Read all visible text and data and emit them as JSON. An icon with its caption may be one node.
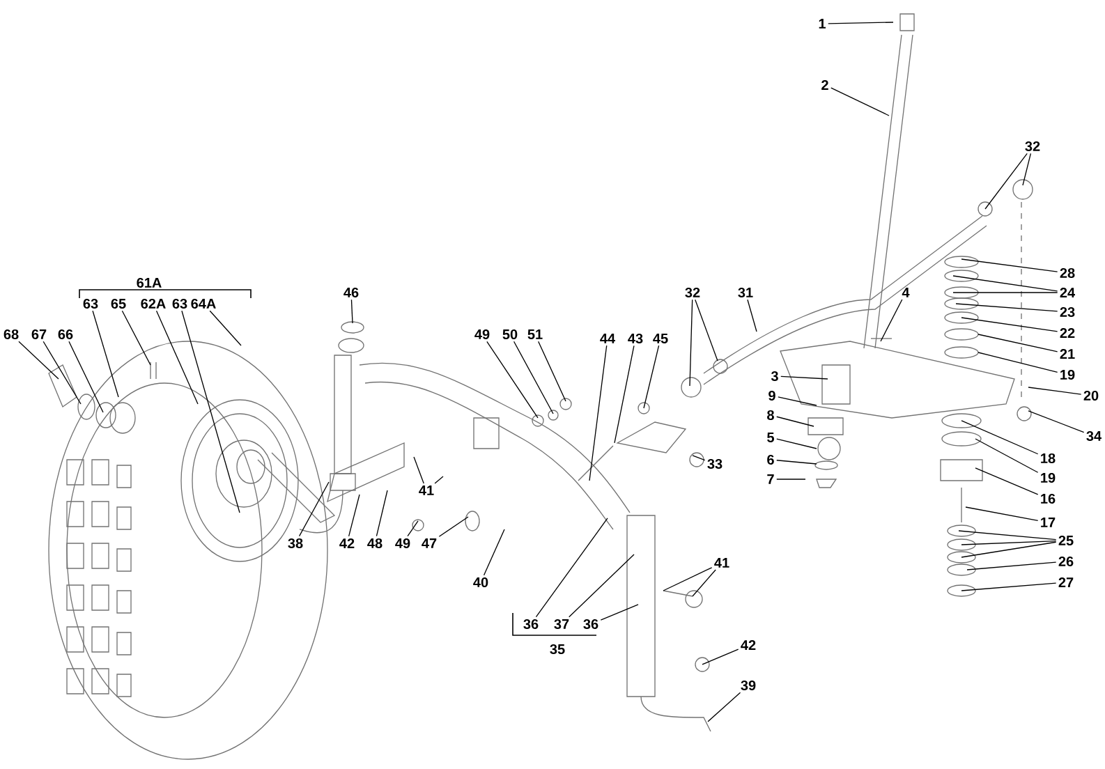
{
  "diagram": {
    "nodes": [
      {
        "text": [
          "1"
        ]
      },
      {
        "text": [
          "2"
        ]
      },
      {
        "text": [
          "32"
        ]
      },
      {
        "text": [
          "28"
        ]
      },
      {
        "text": [
          "24"
        ]
      },
      {
        "text": [
          "23"
        ]
      },
      {
        "text": [
          "22"
        ]
      },
      {
        "text": [
          "21"
        ]
      },
      {
        "text": [
          "19"
        ]
      },
      {
        "text": [
          "20"
        ]
      },
      {
        "text": [
          "34"
        ]
      },
      {
        "text": [
          "18"
        ]
      },
      {
        "text": [
          "19"
        ]
      },
      {
        "text": [
          "16"
        ]
      },
      {
        "text": [
          "17"
        ]
      },
      {
        "text": [
          "25"
        ]
      },
      {
        "text": [
          "26"
        ]
      },
      {
        "text": [
          "27"
        ]
      },
      {
        "text": [
          "32"
        ]
      },
      {
        "text": [
          "31"
        ]
      },
      {
        "text": [
          "4"
        ]
      },
      {
        "text": [
          "3"
        ]
      },
      {
        "text": [
          "9"
        ]
      },
      {
        "text": [
          "8"
        ]
      },
      {
        "text": [
          "5"
        ]
      },
      {
        "text": [
          "6"
        ]
      },
      {
        "text": [
          "7"
        ]
      },
      {
        "text": [
          "33"
        ]
      },
      {
        "text": [
          "46"
        ]
      },
      {
        "text": [
          "49"
        ]
      },
      {
        "text": [
          "50"
        ]
      },
      {
        "text": [
          "51"
        ]
      },
      {
        "text": [
          "44"
        ]
      },
      {
        "text": [
          "43"
        ]
      },
      {
        "text": [
          "45"
        ]
      },
      {
        "text": [
          "63"
        ]
      },
      {
        "text": [
          "65"
        ]
      },
      {
        "text": [
          "62A"
        ]
      },
      {
        "text": [
          "63"
        ]
      },
      {
        "text": [
          "64A"
        ]
      },
      {
        "text": [
          "68"
        ]
      },
      {
        "text": [
          "67"
        ]
      },
      {
        "text": [
          "66"
        ]
      },
      {
        "text": [
          "41"
        ]
      },
      {
        "text": [
          "38"
        ]
      },
      {
        "text": [
          "42"
        ]
      },
      {
        "text": [
          "48"
        ]
      },
      {
        "text": [
          "49"
        ]
      },
      {
        "text": [
          "47"
        ]
      },
      {
        "text": [
          "40"
        ]
      },
      {
        "text": [
          "36"
        ]
      },
      {
        "text": [
          "37"
        ]
      },
      {
        "text": [
          "36"
        ]
      },
      {
        "text": [
          "41"
        ]
      },
      {
        "text": [
          "42"
        ]
      },
      {
        "text": [
          "39"
        ]
      }
    ],
    "edges": [
      {
        "from": 0,
        "to": null,
        "arrow": "none"
      },
      {
        "from": 1,
        "to": null,
        "arrow": "none"
      },
      {
        "from": 2,
        "to": null,
        "arrow": "none"
      },
      {
        "from": 2,
        "to": null,
        "arrow": "none"
      },
      {
        "from": 3,
        "to": null,
        "arrow": "none"
      },
      {
        "from": 4,
        "to": null,
        "arrow": "none"
      },
      {
        "from": 4,
        "to": null,
        "arrow": "none"
      },
      {
        "from": 5,
        "to": null,
        "arrow": "none"
      },
      {
        "from": 6,
        "to": null,
        "arrow": "none"
      },
      {
        "from": 7,
        "to": null,
        "arrow": "none"
      },
      {
        "from": 8,
        "to": null,
        "arrow": "none"
      },
      {
        "from": 9,
        "to": null,
        "arrow": "none"
      },
      {
        "from": 10,
        "to": null,
        "arrow": "none"
      },
      {
        "from": 11,
        "to": null,
        "arrow": "none"
      },
      {
        "from": 12,
        "to": null,
        "arrow": "none"
      },
      {
        "from": 13,
        "to": null,
        "arrow": "none"
      },
      {
        "from": 14,
        "to": null,
        "arrow": "none"
      },
      {
        "from": 15,
        "to": null,
        "arrow": "none"
      },
      {
        "from": 15,
        "to": null,
        "arrow": "none"
      },
      {
        "from": 15,
        "to": null,
        "arrow": "none"
      },
      {
        "from": 16,
        "to": null,
        "arrow": "none"
      },
      {
        "from": 17,
        "to": null,
        "arrow": "none"
      },
      {
        "from": 18,
        "to": null,
        "arrow": "none"
      },
      {
        "from": 18,
        "to": null,
        "arrow": "none"
      },
      {
        "from": 19,
        "to": null,
        "arrow": "none"
      },
      {
        "from": 20,
        "to": null,
        "arrow": "none"
      },
      {
        "from": 21,
        "to": null,
        "arrow": "none"
      },
      {
        "from": 22,
        "to": null,
        "arrow": "none"
      },
      {
        "from": 23,
        "to": null,
        "arrow": "none"
      },
      {
        "from": 24,
        "to": null,
        "arrow": "none"
      },
      {
        "from": 25,
        "to": null,
        "arrow": "none"
      },
      {
        "from": 26,
        "to": null,
        "arrow": "none"
      },
      {
        "from": 27,
        "to": null,
        "arrow": "none"
      },
      {
        "from": 28,
        "to": null,
        "arrow": "none"
      },
      {
        "from": 29,
        "to": null,
        "arrow": "none"
      },
      {
        "from": 30,
        "to": null,
        "arrow": "none"
      },
      {
        "from": 31,
        "to": null,
        "arrow": "none"
      },
      {
        "from": 32,
        "to": null,
        "arrow": "none"
      },
      {
        "from": 33,
        "to": null,
        "arrow": "none"
      },
      {
        "from": 34,
        "to": null,
        "arrow": "none"
      },
      {
        "from": 35,
        "to": null,
        "arrow": "none"
      },
      {
        "from": 36,
        "to": null,
        "arrow": "none"
      },
      {
        "from": 37,
        "to": null,
        "arrow": "none"
      },
      {
        "from": 38,
        "to": null,
        "arrow": "none"
      },
      {
        "from": 39,
        "to": null,
        "arrow": "none"
      },
      {
        "from": 40,
        "to": null,
        "arrow": "none"
      },
      {
        "from": 41,
        "to": null,
        "arrow": "none"
      },
      {
        "from": 42,
        "to": null,
        "arrow": "none"
      },
      {
        "from": 43,
        "to": null,
        "arrow": "none"
      },
      {
        "from": 43,
        "to": null,
        "arrow": "none"
      },
      {
        "from": 44,
        "to": null,
        "arrow": "none"
      },
      {
        "from": 45,
        "to": null,
        "arrow": "none"
      },
      {
        "from": 46,
        "to": null,
        "arrow": "none"
      },
      {
        "from": 47,
        "to": null,
        "arrow": "none"
      },
      {
        "from": 48,
        "to": null,
        "arrow": "none"
      },
      {
        "from": 49,
        "to": null,
        "arrow": "none"
      },
      {
        "from": 50,
        "to": null,
        "arrow": "none"
      },
      {
        "from": 51,
        "to": null,
        "arrow": "none"
      },
      {
        "from": 52,
        "to": null,
        "arrow": "none"
      },
      {
        "from": 53,
        "to": null,
        "arrow": "none"
      },
      {
        "from": 53,
        "to": null,
        "arrow": "none"
      },
      {
        "from": 54,
        "to": null,
        "arrow": "none"
      },
      {
        "from": 55,
        "to": null,
        "arrow": "none"
      }
    ],
    "labels": [
      "61A",
      "35"
    ]
  }
}
